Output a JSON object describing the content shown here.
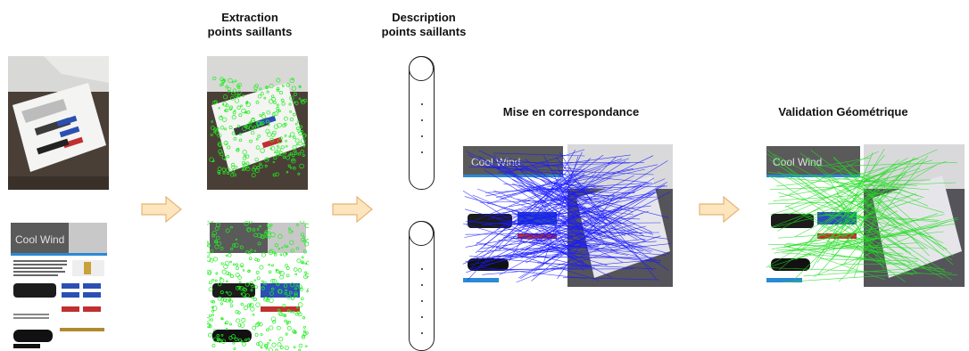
{
  "steps": {
    "extraction": [
      "Extraction",
      "points saillants"
    ],
    "description": [
      "Description",
      "points saillants"
    ],
    "matching": "Mise en correspondance",
    "validation": "Validation Géométrique"
  },
  "brand": {
    "logo_text": "Cool Wind"
  },
  "colors": {
    "keypoint": "#22ee22",
    "match_line": "#1a1aff",
    "inlier_line": "#22dd22",
    "arrow_fill": "#fde5bd",
    "arrow_stroke": "#e6b476"
  }
}
